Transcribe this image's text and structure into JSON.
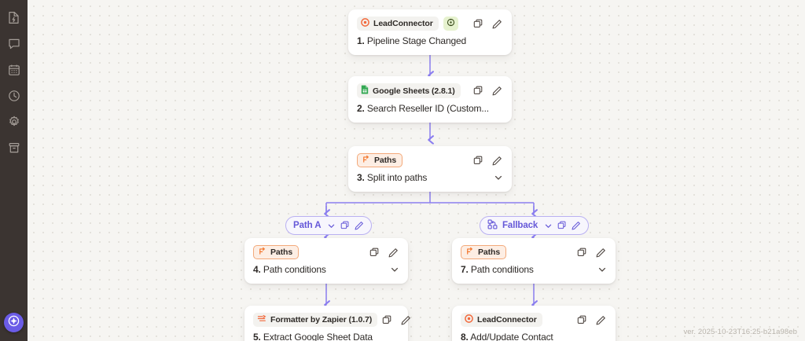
{
  "sidebar": {
    "items": [
      {
        "name": "document-flash-icon",
        "label": "Document"
      },
      {
        "name": "chat-bubble-icon",
        "label": "Chat"
      },
      {
        "name": "calendar-icon",
        "label": "Calendar"
      },
      {
        "name": "clock-icon",
        "label": "History"
      },
      {
        "name": "gear-icon",
        "label": "Settings"
      },
      {
        "name": "archive-box-icon",
        "label": "Archive"
      }
    ],
    "fab": {
      "name": "compass-diamond-icon",
      "label": "Assistant"
    }
  },
  "canvas": {
    "version_text": "ver. 2025-10-23T16:25-b21a98eb",
    "actions": {
      "duplicate_label": "Duplicate",
      "edit_label": "Edit",
      "collapse_label": "Collapse"
    }
  },
  "nodes": [
    {
      "id": "node-1",
      "app": "LeadConnector",
      "icon": "leadconnector-icon",
      "step": "1.",
      "title": "Pipeline Stage Changed",
      "has_trigger_badge": true,
      "has_chevron": false,
      "pill_style": "app"
    },
    {
      "id": "node-2",
      "app": "Google Sheets (2.8.1)",
      "icon": "google-sheets-icon",
      "step": "2.",
      "title": "Search Reseller ID (Custom...",
      "has_trigger_badge": false,
      "has_chevron": false,
      "pill_style": "app"
    },
    {
      "id": "node-3",
      "app": "Paths",
      "icon": "paths-icon",
      "step": "3.",
      "title": "Split into paths",
      "has_trigger_badge": false,
      "has_chevron": true,
      "pill_style": "paths"
    },
    {
      "id": "node-4",
      "app": "Paths",
      "icon": "paths-icon",
      "step": "4.",
      "title": "Path conditions",
      "has_trigger_badge": false,
      "has_chevron": true,
      "pill_style": "paths"
    },
    {
      "id": "node-7",
      "app": "Paths",
      "icon": "paths-icon",
      "step": "7.",
      "title": "Path conditions",
      "has_trigger_badge": false,
      "has_chevron": true,
      "pill_style": "paths"
    },
    {
      "id": "node-5",
      "app": "Formatter by Zapier (1.0.7)",
      "icon": "formatter-icon",
      "step": "5.",
      "title": "Extract Google Sheet Data",
      "has_trigger_badge": false,
      "has_chevron": false,
      "pill_style": "app"
    },
    {
      "id": "node-8",
      "app": "LeadConnector",
      "icon": "leadconnector-icon",
      "step": "8.",
      "title": "Add/Update Contact",
      "has_trigger_badge": false,
      "has_chevron": false,
      "pill_style": "app"
    }
  ],
  "branches": [
    {
      "id": "branch-a",
      "label": "Path A",
      "icon": "none"
    },
    {
      "id": "branch-fallback",
      "label": "Fallback",
      "icon": "fallback-icon"
    }
  ],
  "colors": {
    "rail_bg": "#3b3431",
    "canvas_bg": "#f6f5f2",
    "wire": "#8b7ef0",
    "accent_purple": "#6558d8",
    "paths_orange": "#f3752b",
    "leadconnector_orange": "#f2693c",
    "sheets_green": "#34a853",
    "fab_purple": "#6b5ce7"
  }
}
